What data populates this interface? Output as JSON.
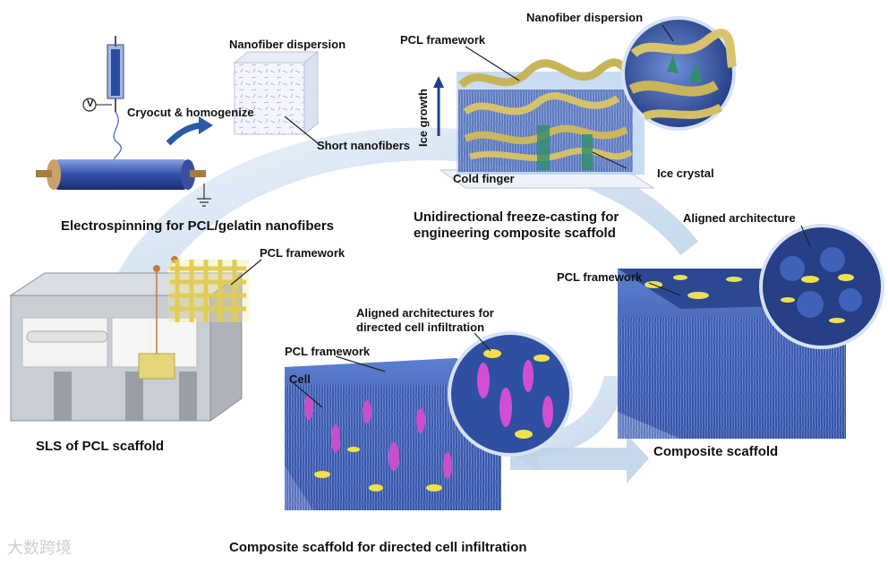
{
  "labels": {
    "nanofiber_dispersion_top": "Nanofiber dispersion",
    "nanofiber_dispersion_right": "Nanofiber dispersion",
    "cryocut": "Cryocut & homogenize",
    "short_nanofibers": "Short nanofibers",
    "pcl_framework_top": "PCL framework",
    "ice_growth": "Ice growth",
    "cold_finger": "Cold finger",
    "ice_crystal": "Ice crystal",
    "aligned_architecture": "Aligned architecture",
    "pcl_framework_right": "PCL framework",
    "pcl_framework_sls": "PCL framework",
    "aligned_architectures_l1": "Aligned architectures for",
    "aligned_architectures_l2": "directed cell infiltration",
    "pcl_framework_bottom": "PCL framework",
    "cell": "Cell",
    "voltage_symbol": "V"
  },
  "captions": {
    "electrospinning": "Electrospinning for PCL/gelatin nanofibers",
    "freeze_casting_l1": "Unidirectional freeze-casting for",
    "freeze_casting_l2": "engineering composite scaffold",
    "composite_scaffold": "Composite scaffold",
    "sls": "SLS of PCL scaffold",
    "directed": "Composite scaffold for directed cell infiltration"
  },
  "watermark": "大数跨境",
  "colors": {
    "arrow_fill": "#c9dcee",
    "fiber_blue": "#3b5fb8",
    "pcl_yellow": "#e6cf6a",
    "cell_magenta": "#c84fc8",
    "ice_green": "#2f8f6a",
    "dark_blue": "#1f3f8f"
  }
}
